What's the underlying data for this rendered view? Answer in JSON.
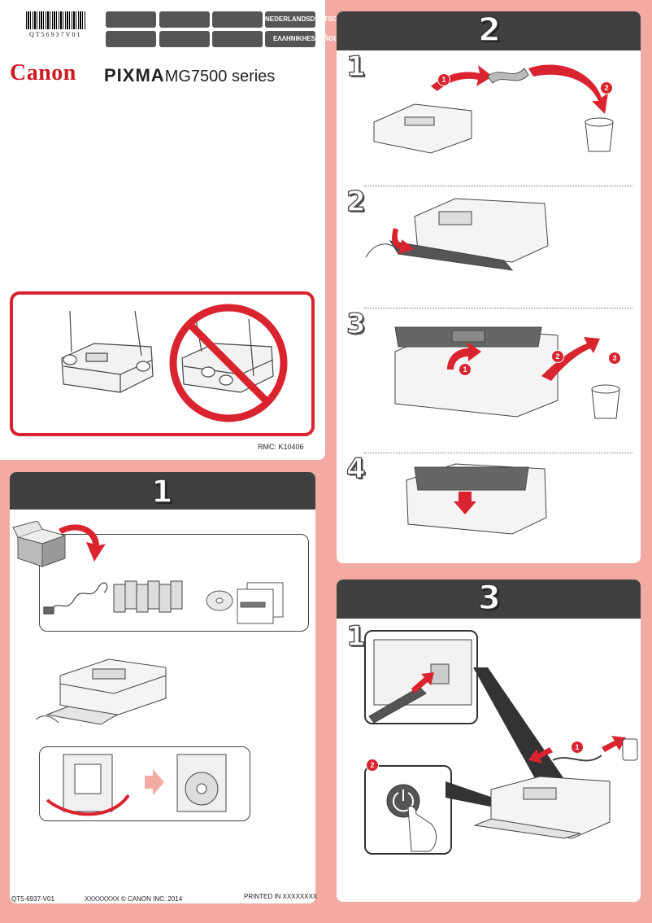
{
  "cover": {
    "barcode_text": "QT56937V01",
    "lang_row1": "NEDERLANDSDEUTSCHFRANÇAISENGLISH",
    "lang_row2": "ΕΛΛΗΝΙΚΗΕSPAÑOLPORTUGUÊSITALIANO",
    "brand": "Canon",
    "model_prefix": "PIXMA",
    "model": "MG7500 series",
    "rmc": "RMC: K10406"
  },
  "sections": {
    "one": {
      "number": "1"
    },
    "two": {
      "number": "2",
      "steps": [
        "1",
        "2",
        "3",
        "4"
      ]
    },
    "three": {
      "number": "3",
      "steps": [
        "1"
      ]
    }
  },
  "badges": {
    "one": "1",
    "two": "2",
    "three": "3"
  },
  "footer": {
    "code": "QT5-6937-V01",
    "copyright": "XXXXXXXX © CANON INC. 2014",
    "printed": "PRINTED IN XXXXXXXX"
  },
  "colors": {
    "background": "#f3aaa3",
    "header": "#404040",
    "accent": "#d9232e"
  }
}
